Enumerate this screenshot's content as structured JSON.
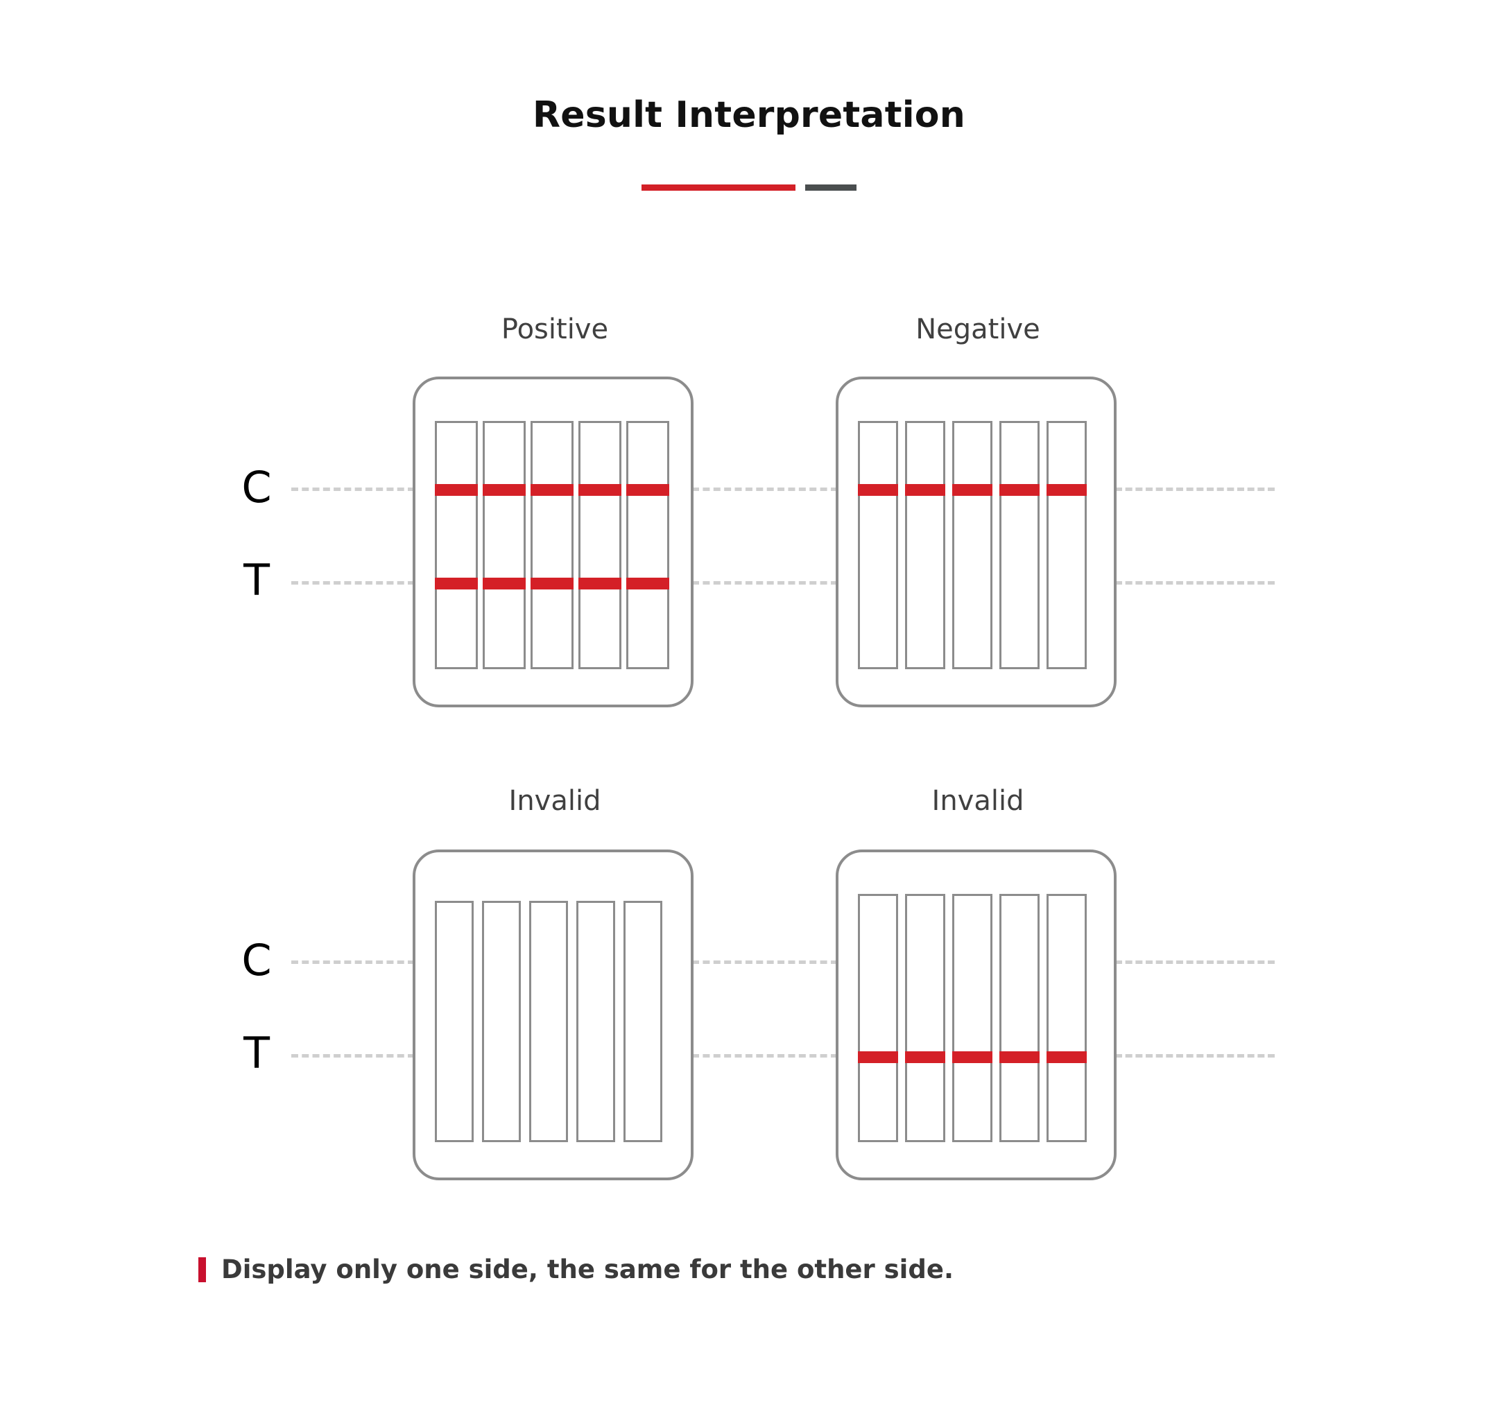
{
  "header": {
    "title": "Result Interpretation",
    "rule_red_color": "#d32027",
    "rule_gray_color": "#4a4e4f"
  },
  "line_labels": {
    "control": "C",
    "test": "T"
  },
  "colors": {
    "band_red": "#d42027",
    "cassette_outline": "#8c8c8c",
    "strip_outline": "#8c8c8c",
    "guide_dash": "#cfcfcf",
    "label_text": "#404040",
    "ct_text": "#000000",
    "footnote_text": "#3a3a3a",
    "footnote_bullet": "#c8102e",
    "background": "#ffffff"
  },
  "panels": [
    {
      "id": "positive",
      "label": "Positive",
      "row": 1,
      "column": 1,
      "strip_count": 5,
      "bands": [
        "C",
        "T"
      ],
      "control_line": true,
      "test_line": true
    },
    {
      "id": "negative",
      "label": "Negative",
      "row": 1,
      "column": 2,
      "strip_count": 5,
      "bands": [
        "C"
      ],
      "control_line": true,
      "test_line": false
    },
    {
      "id": "invalid-no-lines",
      "label": "Invalid",
      "row": 2,
      "column": 1,
      "strip_count": 5,
      "bands": [],
      "control_line": false,
      "test_line": false
    },
    {
      "id": "invalid-test-only",
      "label": "Invalid",
      "row": 2,
      "column": 2,
      "strip_count": 5,
      "bands": [
        "T"
      ],
      "control_line": false,
      "test_line": true
    }
  ],
  "footnote": {
    "bullet": "red-bar-bullet",
    "text": "Display only one side, the same for the other side."
  }
}
